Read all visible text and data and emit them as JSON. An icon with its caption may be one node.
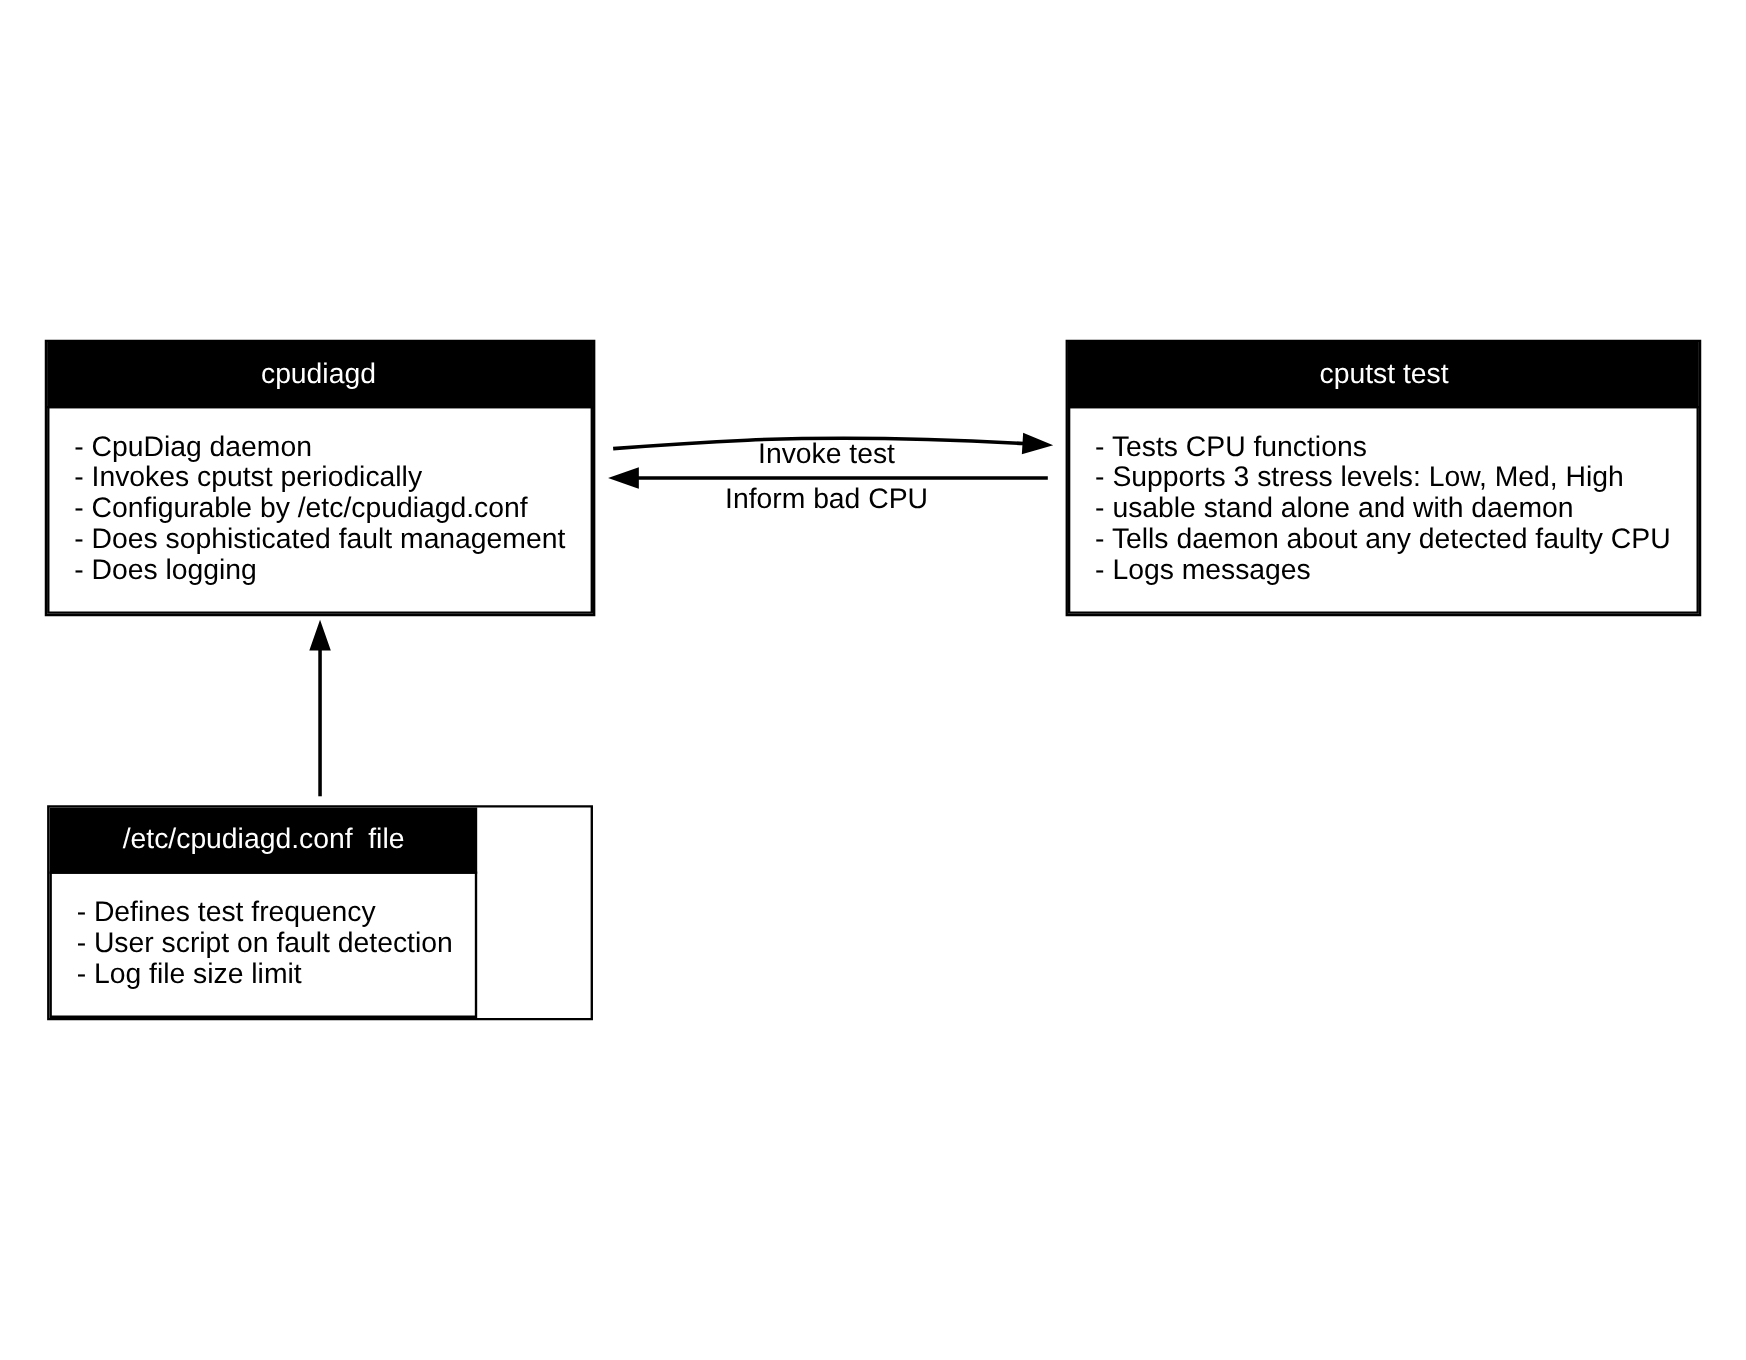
{
  "diagram": {
    "nodes": [
      {
        "text": [
          "cpudiagd",
          "- CpuDiag daemon",
          "- Invokes cputst periodically",
          "- Configurable by /etc/cpudiagd.conf",
          "- Does sophisticated fault management",
          "- Does logging"
        ]
      },
      {
        "text": [
          "cputst test",
          "- Tests CPU functions",
          "- Supports 3 stress levels: Low, Med, High",
          "- usable stand alone and with daemon",
          "- Tells daemon about any detected faulty CPU",
          "- Logs messages"
        ]
      },
      {
        "text": [
          "/etc/cpudiagd.conf  file",
          "- Defines test frequency",
          "- User script on fault detection",
          "- Log file size limit"
        ]
      }
    ],
    "edges": [
      {
        "from": 0,
        "to": 1,
        "arrow": "to",
        "label": "Invoke test"
      },
      {
        "from": 1,
        "to": 0,
        "arrow": "to",
        "label": "Inform bad CPU"
      },
      {
        "from": 2,
        "to": 0,
        "arrow": "to"
      }
    ]
  }
}
